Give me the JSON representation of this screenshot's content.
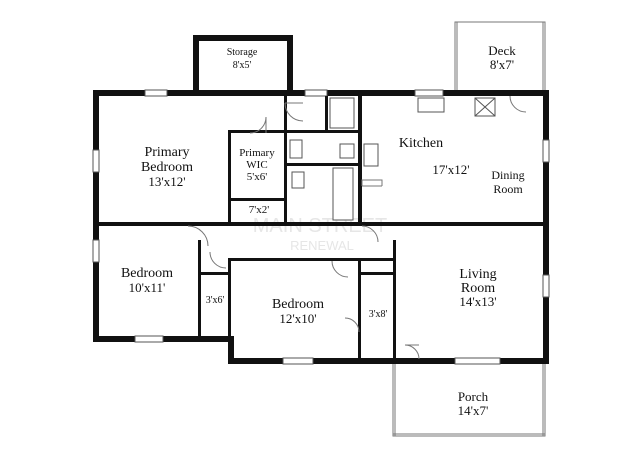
{
  "rooms": {
    "storage": {
      "name": "Storage",
      "size": "8'x5'"
    },
    "deck": {
      "name": "Deck",
      "size": "8'x7'"
    },
    "primary_bedroom": {
      "name_line1": "Primary",
      "name_line2": "Bedroom",
      "size": "13'x12'"
    },
    "primary_wic": {
      "name_line1": "Primary",
      "name_line2": "WIC",
      "size": "5'x6'"
    },
    "kitchen": {
      "name": "Kitchen",
      "size": "17'x12'"
    },
    "dining": {
      "name_line1": "Dining",
      "name_line2": "Room"
    },
    "hall_closet": {
      "size": "7'x2'"
    },
    "bedroom_left": {
      "name": "Bedroom",
      "size": "10'x11'"
    },
    "closet_left": {
      "size": "3'x6'"
    },
    "bedroom_mid": {
      "name": "Bedroom",
      "size": "12'x10'"
    },
    "closet_mid": {
      "size": "3'x8'"
    },
    "living": {
      "name_line1": "Living",
      "name_line2": "Room",
      "size": "14'x13'"
    },
    "porch": {
      "name": "Porch",
      "size": "14'x7'"
    }
  },
  "watermark": {
    "line1": "MAIN STREET",
    "line2": "RENEWAL"
  }
}
